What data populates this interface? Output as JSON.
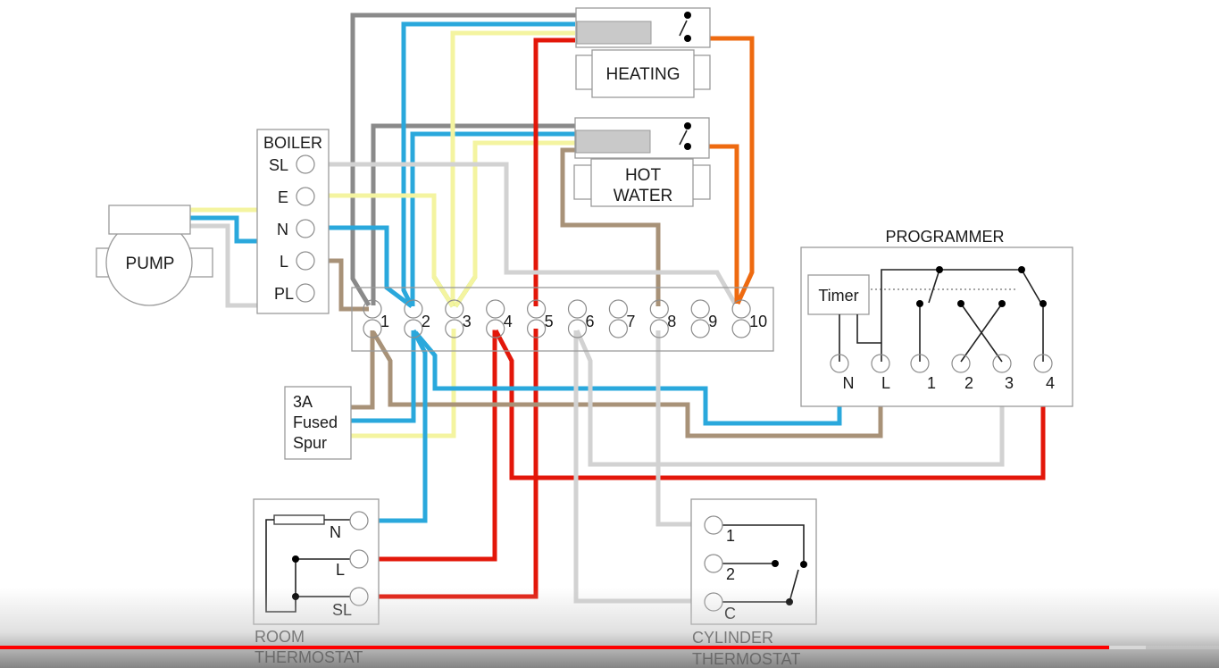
{
  "diagram": {
    "title": "Central heating S-plan wiring diagram",
    "components": {
      "heating_valve": {
        "label": "HEATING"
      },
      "hot_water_valve": {
        "label_line1": "HOT",
        "label_line2": "WATER"
      },
      "boiler": {
        "label": "BOILER",
        "terminals": [
          "SL",
          "E",
          "N",
          "L",
          "PL"
        ]
      },
      "pump": {
        "label": "PUMP"
      },
      "junction_box": {
        "terminals": [
          "1",
          "2",
          "3",
          "4",
          "5",
          "6",
          "7",
          "8",
          "9",
          "10"
        ]
      },
      "fused_spur": {
        "label_lines": [
          "3A",
          "Fused",
          "Spur"
        ]
      },
      "programmer": {
        "label": "PROGRAMMER",
        "timer_label": "Timer",
        "terminals": [
          "N",
          "L",
          "1",
          "2",
          "3",
          "4"
        ]
      },
      "room_thermostat": {
        "label_line1": "ROOM",
        "label_line2": "THERMOSTAT",
        "terminals": [
          "N",
          "L",
          "SL"
        ]
      },
      "cylinder_thermostat": {
        "label_line1": "CYLINDER",
        "label_line2": "THERMOSTAT",
        "terminals": [
          "1",
          "2",
          "C"
        ]
      }
    },
    "wire_colors": {
      "neutral_blue": "#2aa8dc",
      "live_brown": "#a89278",
      "earth_green": "#7ed321",
      "earth_yellow": "#f4f4a0",
      "switched_red": "#e3170a",
      "grey": "#8a8a8a",
      "light_grey": "#d2d2d2",
      "orange": "#ee6a10"
    }
  },
  "video_player": {
    "progress_played_percent": 91,
    "progress_buffered_percent": 94,
    "accent_color": "#ff0000"
  }
}
